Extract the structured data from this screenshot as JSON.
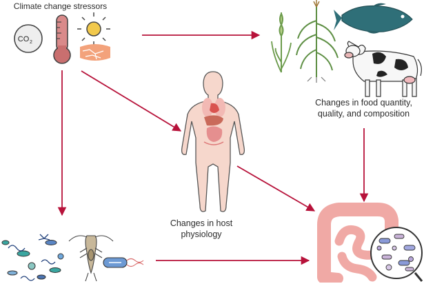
{
  "labels": {
    "stressors": "Climate change stressors",
    "food_line1": "Changes in food quantity,",
    "food_line2": "quality, and composition",
    "host_line1": "Changes in host",
    "host_line2": "physiology",
    "co2": "CO",
    "co2_sub": "2"
  },
  "icons": [
    "co2-icon",
    "thermometer-icon",
    "sun-icon",
    "dry-soil-icon",
    "wheat-icon",
    "maize-icon",
    "fish-icon",
    "cow-icon",
    "human-body-icon",
    "microorganisms-icon",
    "copepod-icon",
    "bacterium-icon",
    "intestine-icon",
    "microbiome-magnifier-icon"
  ],
  "colors": {
    "arrow": "#b7123a",
    "thermometer": "#c97a7a",
    "sun": "#f2c94c",
    "soil": "#f0a07a",
    "body": "#f6d7cc",
    "organs": "#e58f8f",
    "intestine": "#f0a9a5",
    "fish": "#2f6f78",
    "plant": "#6a9a4a"
  }
}
